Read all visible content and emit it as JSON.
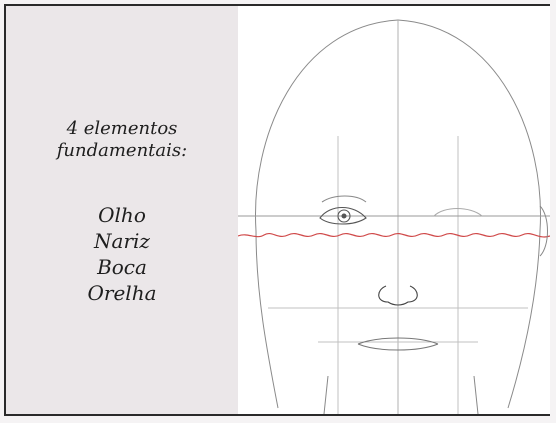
{
  "panel": {
    "heading_line1": "4 elementos",
    "heading_line2": "fundamentais:",
    "elements": [
      "Olho",
      "Nariz",
      "Boca",
      "Orelha"
    ]
  },
  "colors": {
    "panel_bg": "#ebe7e9",
    "drawing_bg": "#ffffff",
    "pencil": "#8a8a8a",
    "guide_red": "#d04a4a",
    "border": "#2a2a2a"
  },
  "drawing": {
    "subject": "head-proportions-sketch",
    "icons": [
      "eye-icon",
      "nose-icon",
      "mouth-icon",
      "ear-icon"
    ]
  }
}
